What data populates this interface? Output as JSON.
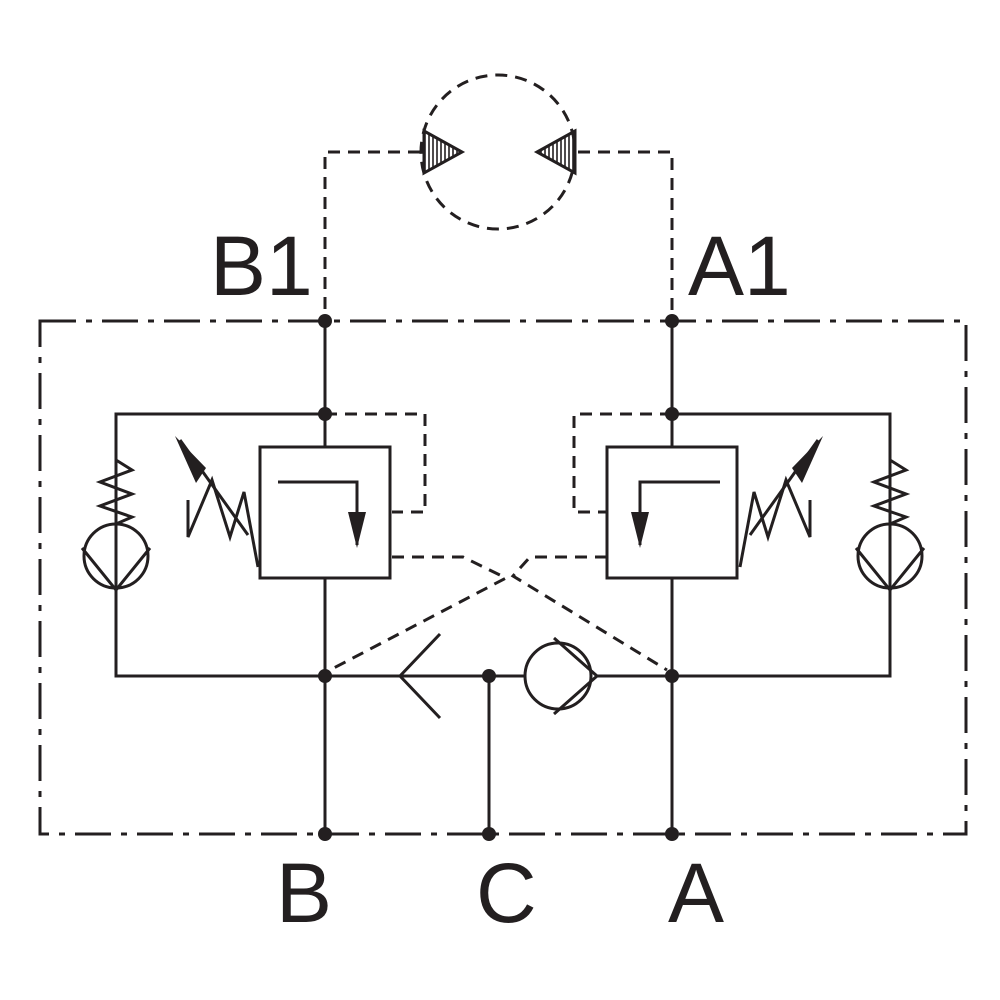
{
  "ports": {
    "b1": "B1",
    "a1": "A1",
    "b": "B",
    "c": "C",
    "a": "A"
  },
  "colors": {
    "line": "#231f20",
    "background": "#ffffff"
  }
}
